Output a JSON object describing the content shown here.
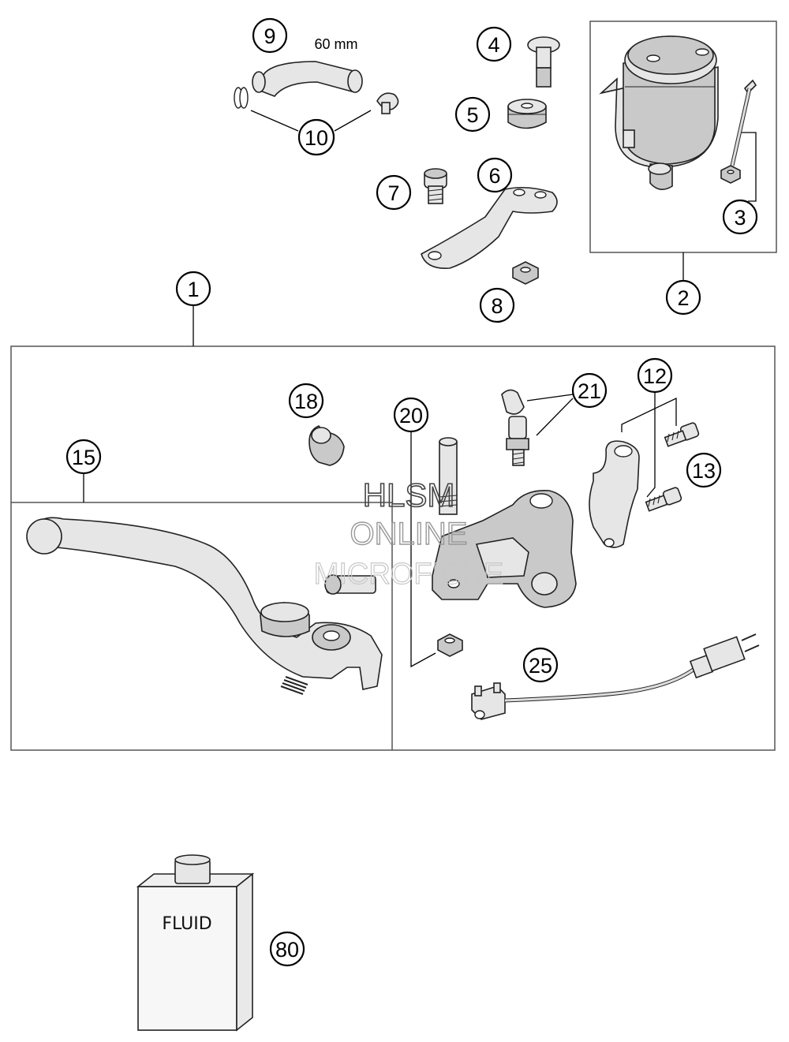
{
  "dimension_label": "60 mm",
  "fluid_label": "FLUID",
  "watermark": {
    "line1": "HLSM",
    "line2": "ONLINE",
    "line3": "MICROFICHE"
  },
  "callouts": [
    {
      "id": "1",
      "label": "1"
    },
    {
      "id": "2",
      "label": "2"
    },
    {
      "id": "3",
      "label": "3"
    },
    {
      "id": "4",
      "label": "4"
    },
    {
      "id": "5",
      "label": "5"
    },
    {
      "id": "6",
      "label": "6"
    },
    {
      "id": "7",
      "label": "7"
    },
    {
      "id": "8",
      "label": "8"
    },
    {
      "id": "9",
      "label": "9"
    },
    {
      "id": "10",
      "label": "10"
    },
    {
      "id": "12",
      "label": "12"
    },
    {
      "id": "13",
      "label": "13"
    },
    {
      "id": "15",
      "label": "15"
    },
    {
      "id": "18",
      "label": "18"
    },
    {
      "id": "20",
      "label": "20"
    },
    {
      "id": "21",
      "label": "21"
    },
    {
      "id": "25",
      "label": "25"
    },
    {
      "id": "80",
      "label": "80"
    }
  ]
}
